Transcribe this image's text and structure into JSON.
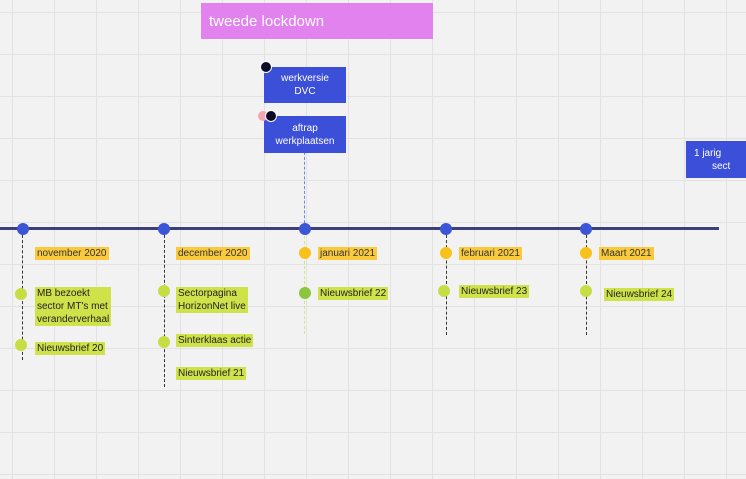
{
  "colors": {
    "banner": "#e282ee",
    "card_blue": "#3c4fd8",
    "month_yellow": "#fbca3c",
    "event_green": "#cfe24a",
    "dot_lime": "#c6de43",
    "dot_green": "#8cc63f",
    "dot_orange": "#f8c21b",
    "node_blue": "#3c55d6"
  },
  "banner": {
    "label": "tweede lockdown"
  },
  "cards": {
    "werkversie": {
      "line1": "werkversie",
      "line2": "DVC"
    },
    "aftrap": {
      "line1": "aftrap",
      "line2": "werkplaatsen"
    },
    "jarig": {
      "line1": "1 jarig",
      "line2": "sect"
    }
  },
  "months": [
    {
      "label": "november 2020"
    },
    {
      "label": "december 2020"
    },
    {
      "label": "januari 2021"
    },
    {
      "label": "februari 2021"
    },
    {
      "label": "Maart 2021"
    }
  ],
  "events": {
    "nov_mb": {
      "line1": "MB bezoekt",
      "line2": "sector MT's met",
      "line3": "veranderverhaal"
    },
    "nov_nb20": {
      "label": "Nieuwsbrief 20"
    },
    "dec_sector": {
      "line1": "Sectorpagina",
      "line2": "HorizonNet live"
    },
    "dec_sinterklaas": {
      "label": "Sinterklaas actie"
    },
    "dec_nb21": {
      "label": "Nieuwsbrief 21"
    },
    "jan_nb22": {
      "label": "Nieuwsbrief 22"
    },
    "feb_nb23": {
      "label": "Nieuwsbrief 23"
    },
    "mar_nb24": {
      "label": "Nieuwsbrief 24"
    }
  }
}
